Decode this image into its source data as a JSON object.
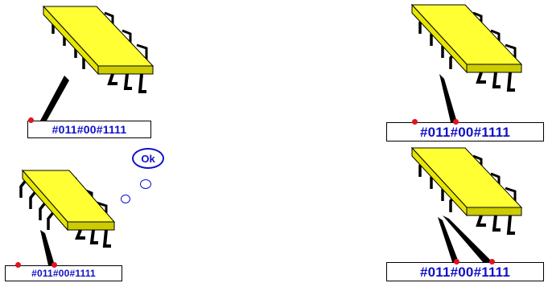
{
  "panels": [
    {
      "id": "top-left",
      "label": "#011#00#1111"
    },
    {
      "id": "bottom-left",
      "label": "#011#00#1111",
      "thought": "Ok"
    },
    {
      "id": "top-right",
      "label": "#011#00#1111"
    },
    {
      "id": "bottom-right",
      "label": "#011#00#1111"
    }
  ],
  "colors": {
    "chip": "#ffff33",
    "label_text": "#1010c8",
    "marker": "#e0141e"
  }
}
